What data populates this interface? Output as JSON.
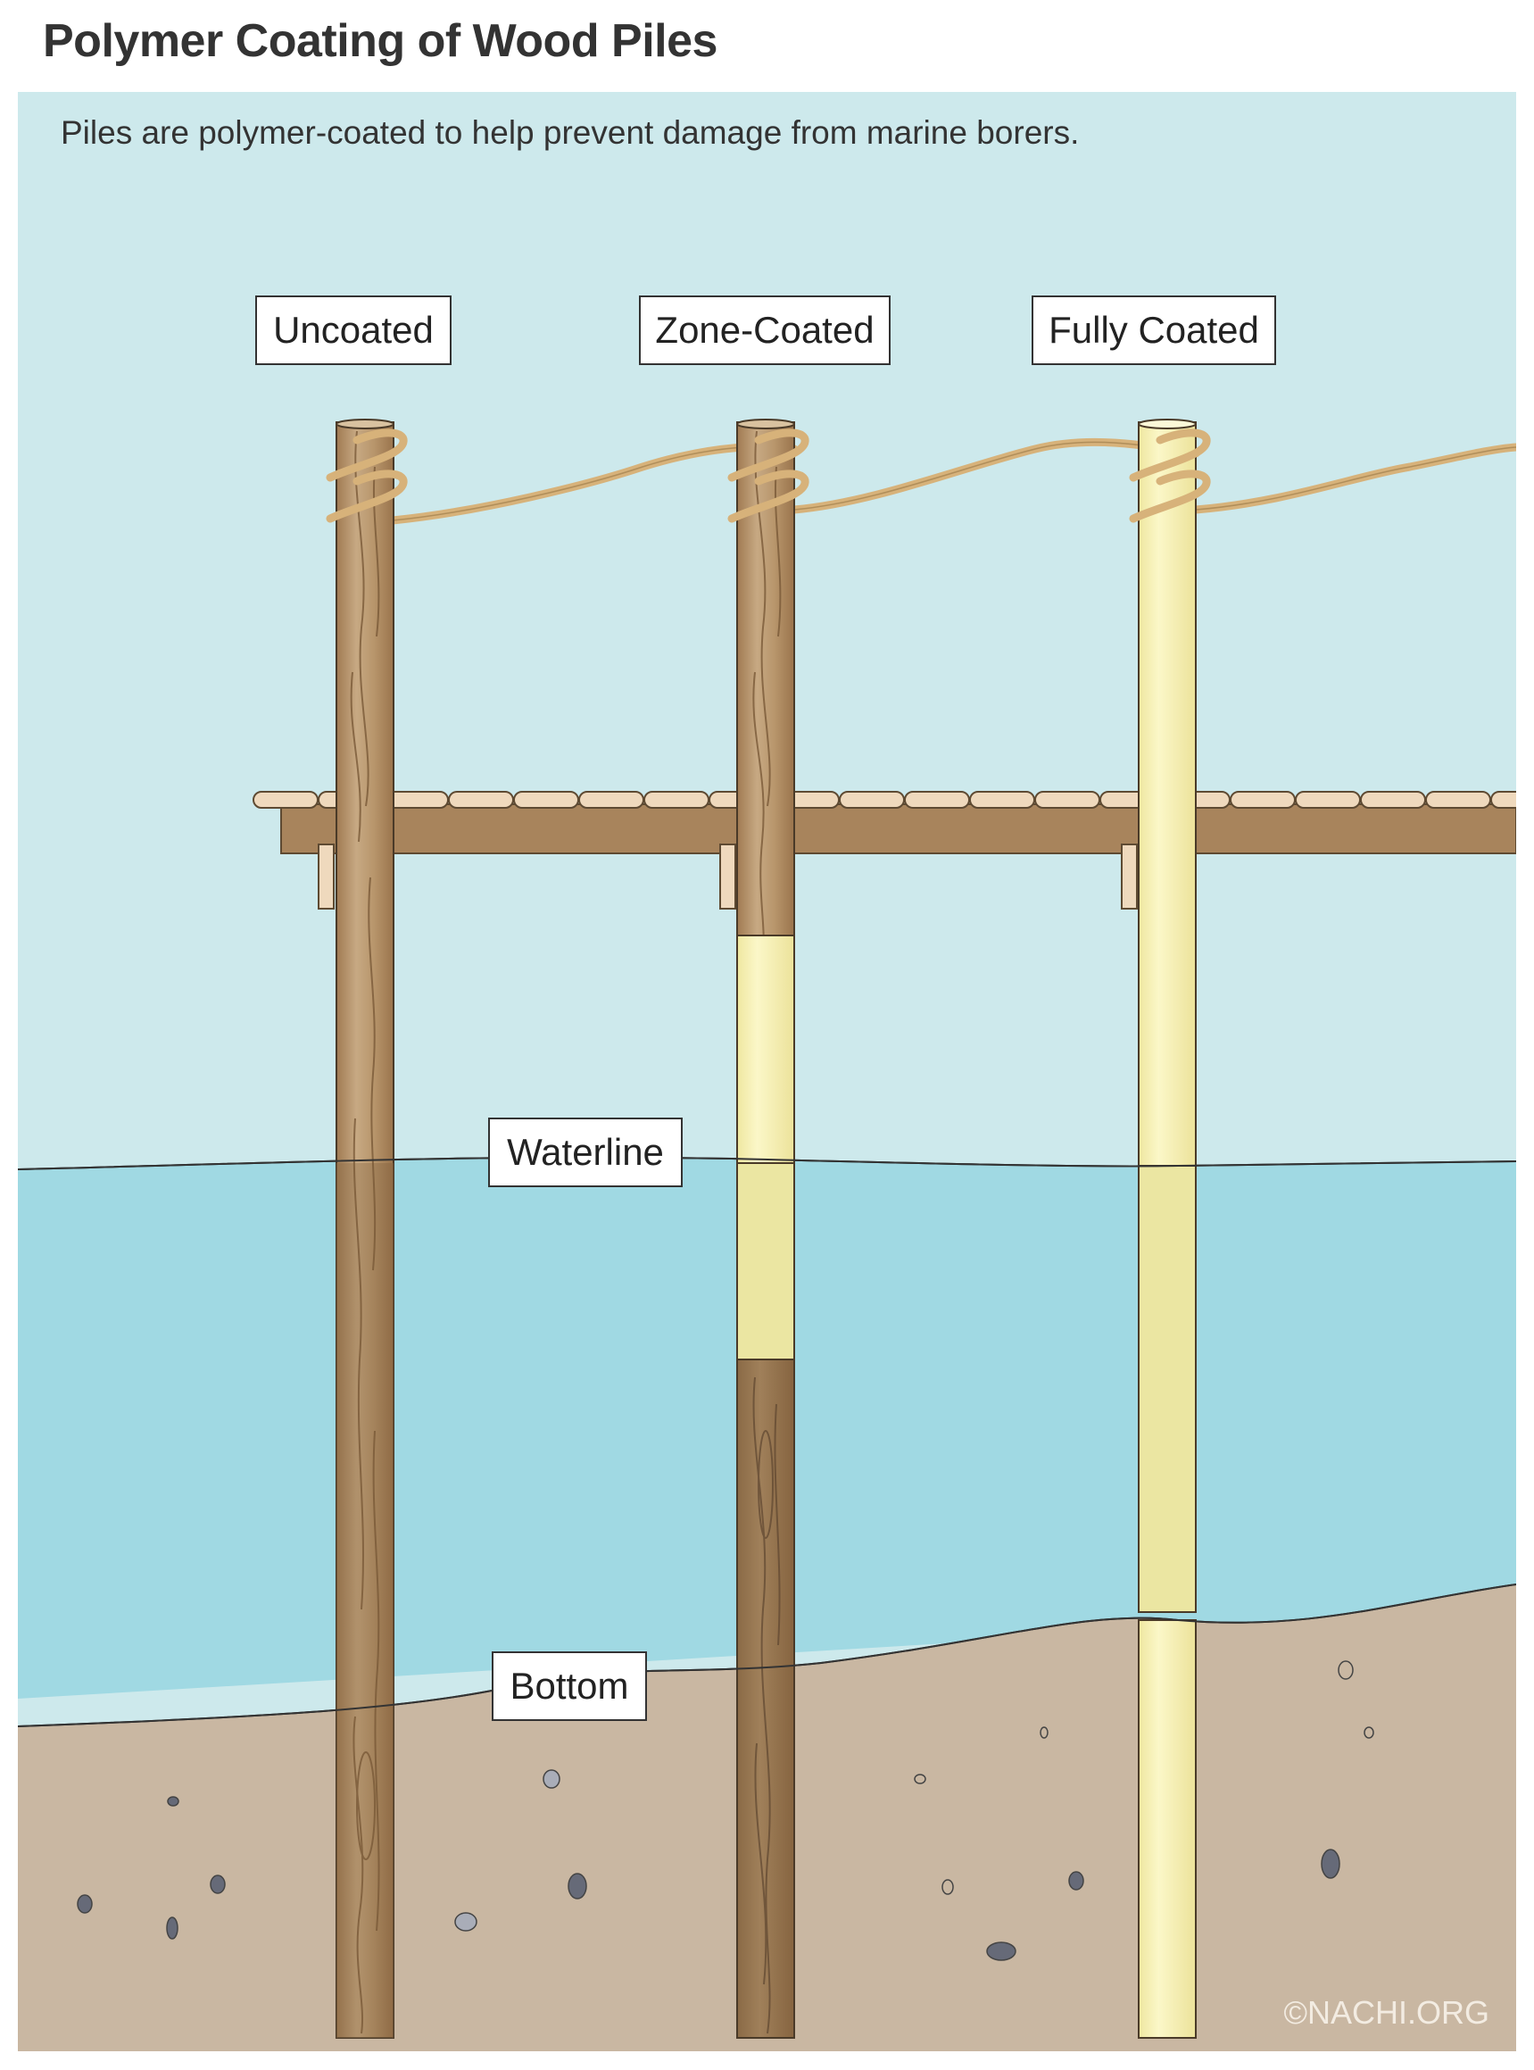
{
  "title": "Polymer Coating of Wood Piles",
  "subtitle": "Piles are polymer-coated to help prevent damage from marine borers.",
  "labels": {
    "uncoated": "Uncoated",
    "zone_coated": "Zone-Coated",
    "fully_coated": "Fully Coated",
    "waterline": "Waterline",
    "bottom": "Bottom"
  },
  "credit": "©NACHI.ORG",
  "colors": {
    "sky": "#cde9ec",
    "water": "#a0d9e3",
    "seabed": "#c9b7a2",
    "wood": "#a8845c",
    "wood_light": "#cdb08a",
    "coating": "#f4f0b0",
    "coating_underwater": "#ebe6a2",
    "deck": "#a8845c",
    "rope": "#d7b27a"
  }
}
